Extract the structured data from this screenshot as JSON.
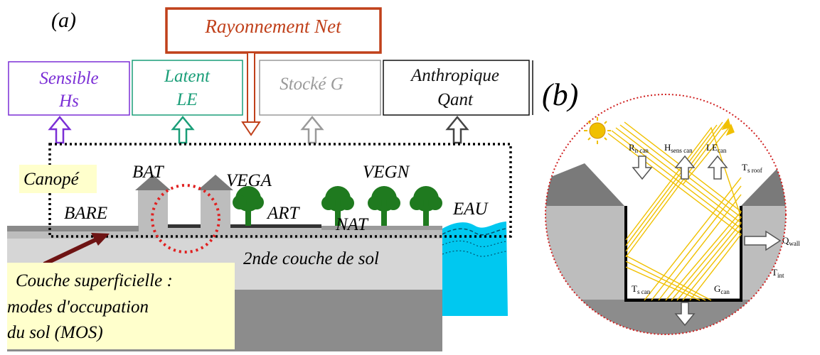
{
  "panel_a": {
    "label": "(a)",
    "net_radiation": "Rayonnement Net",
    "flux_boxes": {
      "sensible": {
        "line1": "Sensible",
        "line2": "Hs"
      },
      "latent": {
        "line1": "Latent",
        "line2": "LE"
      },
      "stored": {
        "line1": "Stocké G"
      },
      "anthropic": {
        "line1": "Anthropique",
        "line2": "Qant"
      }
    },
    "canopy_label": "Canopé",
    "surfaces": {
      "bat": "BAT",
      "vega": "VEGA",
      "vegn": "VEGN",
      "bare": "BARE",
      "art": "ART",
      "nat": "NAT",
      "eau": "EAU"
    },
    "second_soil_layer": "2nde couche de sol",
    "surface_layer_note": {
      "line1": "Couche superficielle :",
      "line2": "modes d'occupation",
      "line3": "du sol (MOS)"
    }
  },
  "panel_b": {
    "label": "(b)",
    "r_n_can": {
      "main": "R",
      "sub": "n can"
    },
    "h_sens_can": {
      "main": "H",
      "sub": "sens can"
    },
    "le_can": {
      "main": "LE",
      "sub": "can"
    },
    "t_s_roof": {
      "main": "T",
      "sub": "s roof"
    },
    "q_wall": {
      "main": "Q",
      "sub": "wall"
    },
    "t_int": {
      "main": "T",
      "sub": "int"
    },
    "t_s_can": {
      "main": "T",
      "sub": "s can"
    },
    "g_can": {
      "main": "G",
      "sub": "can"
    }
  },
  "colors": {
    "net_radiation": "#c0401a",
    "sensible": "#7b2fd6",
    "latent": "#1a9e78",
    "stored": "#9a9a9a",
    "anthropic": "#111111",
    "label_bg": "#ffffcc",
    "water": "#00c8f0",
    "tree": "#1f7a1f",
    "sun_rays": "#f0c000"
  }
}
